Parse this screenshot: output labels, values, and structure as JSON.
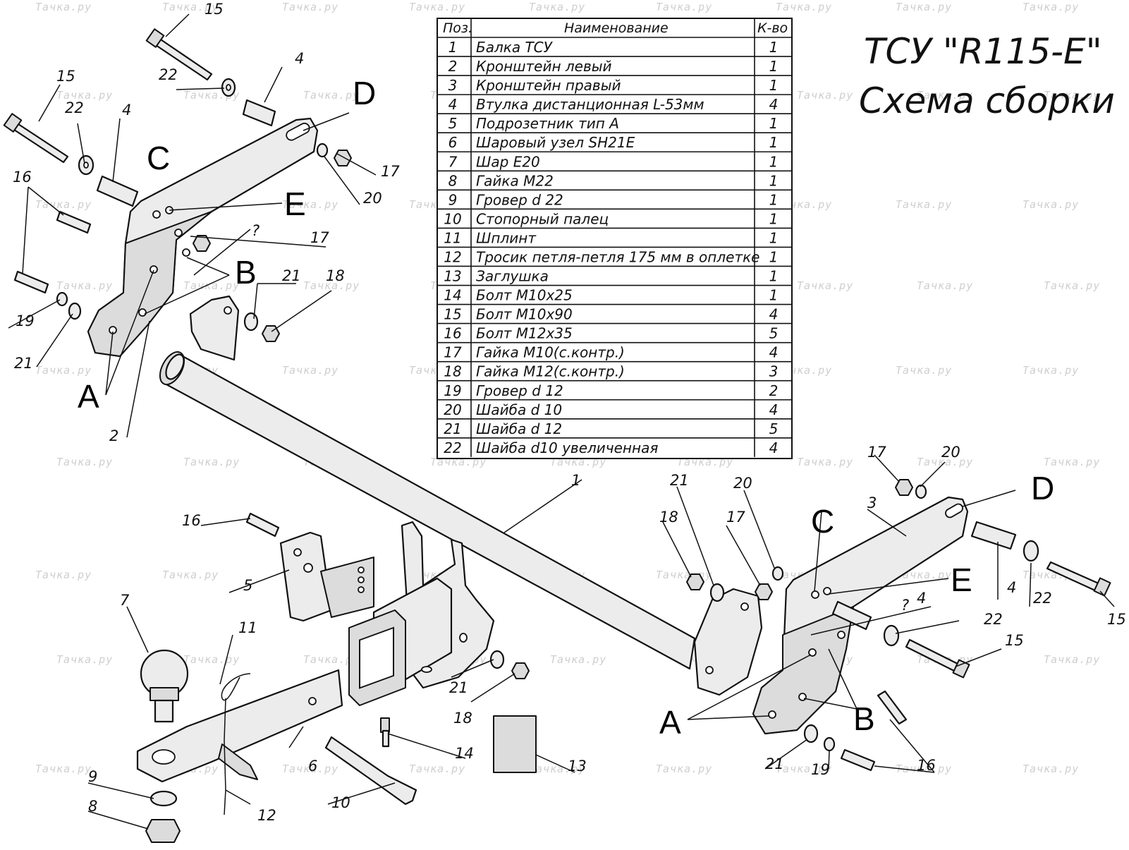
{
  "title": {
    "line1": "ТСУ \"R115-E\"",
    "line2": "Схема сборки"
  },
  "watermark": "Тачка.ру",
  "table": {
    "headers": {
      "pos": "Поз.",
      "name": "Наименование",
      "qty": "К-во"
    },
    "rows": [
      {
        "pos": "1",
        "name": "Балка ТСУ",
        "qty": "1"
      },
      {
        "pos": "2",
        "name": "Кронштейн левый",
        "qty": "1"
      },
      {
        "pos": "3",
        "name": "Кронштейн правый",
        "qty": "1"
      },
      {
        "pos": "4",
        "name": "Втулка дистанционная L-53мм",
        "qty": "4"
      },
      {
        "pos": "5",
        "name": "Подрозетник тип А",
        "qty": "1"
      },
      {
        "pos": "6",
        "name": "Шаровый узел SH21E",
        "qty": "1"
      },
      {
        "pos": "7",
        "name": "Шар E20",
        "qty": "1"
      },
      {
        "pos": "8",
        "name": "Гайка M22",
        "qty": "1"
      },
      {
        "pos": "9",
        "name": "Гровер d 22",
        "qty": "1"
      },
      {
        "pos": "10",
        "name": "Стопорный палец",
        "qty": "1"
      },
      {
        "pos": "11",
        "name": "Шплинт",
        "qty": "1"
      },
      {
        "pos": "12",
        "name": "Тросик петля-петля 175 мм в оплетке",
        "qty": "1"
      },
      {
        "pos": "13",
        "name": "Заглушка",
        "qty": "1"
      },
      {
        "pos": "14",
        "name": "Болт M10x25",
        "qty": "1"
      },
      {
        "pos": "15",
        "name": "Болт  M10x90",
        "qty": "4"
      },
      {
        "pos": "16",
        "name": "Болт M12x35",
        "qty": "5"
      },
      {
        "pos": "17",
        "name": "Гайка M10(с.контр.)",
        "qty": "4"
      },
      {
        "pos": "18",
        "name": "Гайка M12(с.контр.)",
        "qty": "3"
      },
      {
        "pos": "19",
        "name": "Гровер d 12",
        "qty": "2"
      },
      {
        "pos": "20",
        "name": "Шайба d 10",
        "qty": "4"
      },
      {
        "pos": "21",
        "name": "Шайба d 12",
        "qty": "5"
      },
      {
        "pos": "22",
        "name": "Шайба d10 увеличенная",
        "qty": "4"
      }
    ]
  },
  "hole_letters": {
    "a": "A",
    "b": "B",
    "c": "C",
    "d": "D",
    "e": "E",
    "q": "?"
  },
  "part_numbers": {
    "p1": "1",
    "p2": "2",
    "p3": "3",
    "p4": "4",
    "p5": "5",
    "p6": "6",
    "p7": "7",
    "p8": "8",
    "p9": "9",
    "p10": "10",
    "p11": "11",
    "p12": "12",
    "p13": "13",
    "p14": "14",
    "p15": "15",
    "p16": "16",
    "p17": "17",
    "p18": "18",
    "p19": "19",
    "p20": "20",
    "p21": "21",
    "p22": "22"
  }
}
